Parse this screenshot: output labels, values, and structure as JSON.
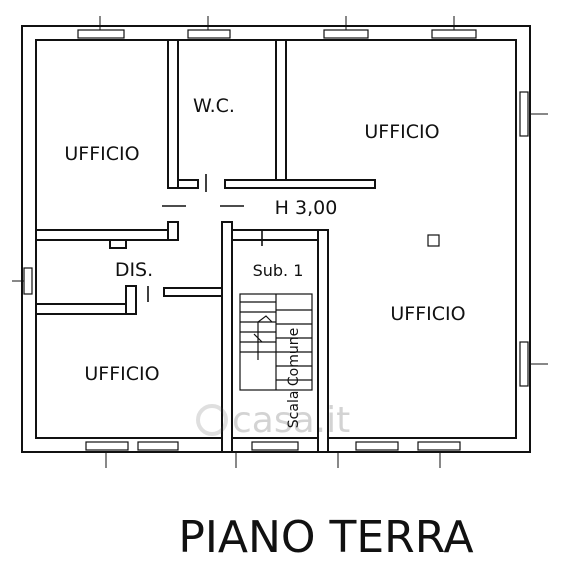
{
  "plan": {
    "rooms": {
      "ufficio_top_left": "UFFICIO",
      "wc": "W.C.",
      "ufficio_top_right": "UFFICIO",
      "ufficio_right": "UFFICIO",
      "ufficio_bottom_left": "UFFICIO",
      "dis": "DIS.",
      "sub": "Sub. 1"
    },
    "height_label": "H 3,00",
    "stair_label": "Scala Comune",
    "title": "PIANO TERRA",
    "watermark": "casa.it"
  }
}
